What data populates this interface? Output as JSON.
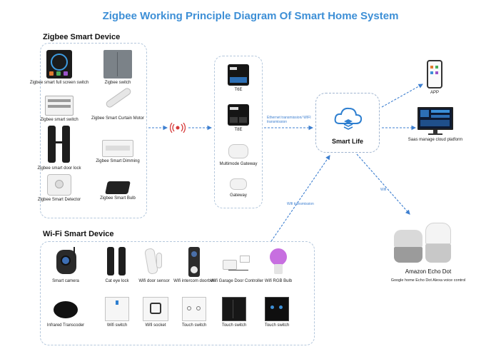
{
  "title": "Zigbee Working Principle Diagram Of Smart Home System",
  "zigbee_section": {
    "label": "Zigbee Smart Device",
    "devices": [
      {
        "label": "Zigbee smart full screen switch",
        "icon": "touchscreen-switch-icon"
      },
      {
        "label": "Zigbee switch",
        "icon": "wall-switch-icon"
      },
      {
        "label": "Zigbee smart switch",
        "icon": "smart-switch-icon"
      },
      {
        "label": "Zigbee Smart Curtain Motor",
        "icon": "curtain-motor-icon"
      },
      {
        "label": "Zigbee smart door lock",
        "icon": "door-lock-icon"
      },
      {
        "label": "Zigbee Smart Dimming",
        "icon": "dimmer-icon"
      },
      {
        "label": "Zigbee Smart Detector",
        "icon": "detector-icon"
      },
      {
        "label": "Zigbee Smart Bulb",
        "icon": "bulb-module-icon"
      }
    ]
  },
  "gateways": [
    {
      "label": "T6E",
      "icon": "touch-panel-icon"
    },
    {
      "label": "T8E",
      "icon": "touch-panel-icon"
    },
    {
      "label": "Multimode Gateway",
      "icon": "gateway-icon"
    },
    {
      "label": "Gateway",
      "icon": "gateway-icon"
    }
  ],
  "smart_life": {
    "label": "Smart Life",
    "icon": "cloud-stack-icon"
  },
  "arrows": {
    "ethernet": "Ethernet transmission/ WIFI transmission",
    "wifi_to_cloud": "Wifi transmission",
    "wifi_to_echo": "Wifi"
  },
  "cloud_targets": [
    {
      "label": "APP",
      "icon": "phone-icon"
    },
    {
      "label": "Saas manage cloud platform",
      "icon": "monitor-icon"
    }
  ],
  "echo": {
    "title": "Amazon Echo Dot",
    "subtitle": "Google home Echo Dot Alexa voice control"
  },
  "wifi_section": {
    "label": "Wi-Fi Smart Device",
    "devices": [
      {
        "label": "Smart camera",
        "icon": "camera-icon"
      },
      {
        "label": "Cat eye lock",
        "icon": "door-lock-icon"
      },
      {
        "label": "Wifi door sensor",
        "icon": "door-sensor-icon"
      },
      {
        "label": "Wifi intercom doorbell",
        "icon": "doorbell-icon"
      },
      {
        "label": "Wifi Garage Door Controller",
        "icon": "garage-controller-icon"
      },
      {
        "label": "Wifi RGB Bulb",
        "icon": "rgb-bulb-icon"
      },
      {
        "label": "Infrared Transcoder",
        "icon": "ir-blaster-icon"
      },
      {
        "label": "Wifi switch",
        "icon": "wall-switch-icon"
      },
      {
        "label": "Wifi socket",
        "icon": "socket-icon"
      },
      {
        "label": "Touch switch",
        "icon": "touch-switch-icon"
      },
      {
        "label": "Touch switch",
        "icon": "touch-switch-icon"
      },
      {
        "label": "Touch switch",
        "icon": "touch-switch-icon"
      }
    ]
  },
  "colors": {
    "accent": "#3d8fd6",
    "arrow": "#3d7fd0",
    "zigbee_signal": "#d63a3a"
  }
}
